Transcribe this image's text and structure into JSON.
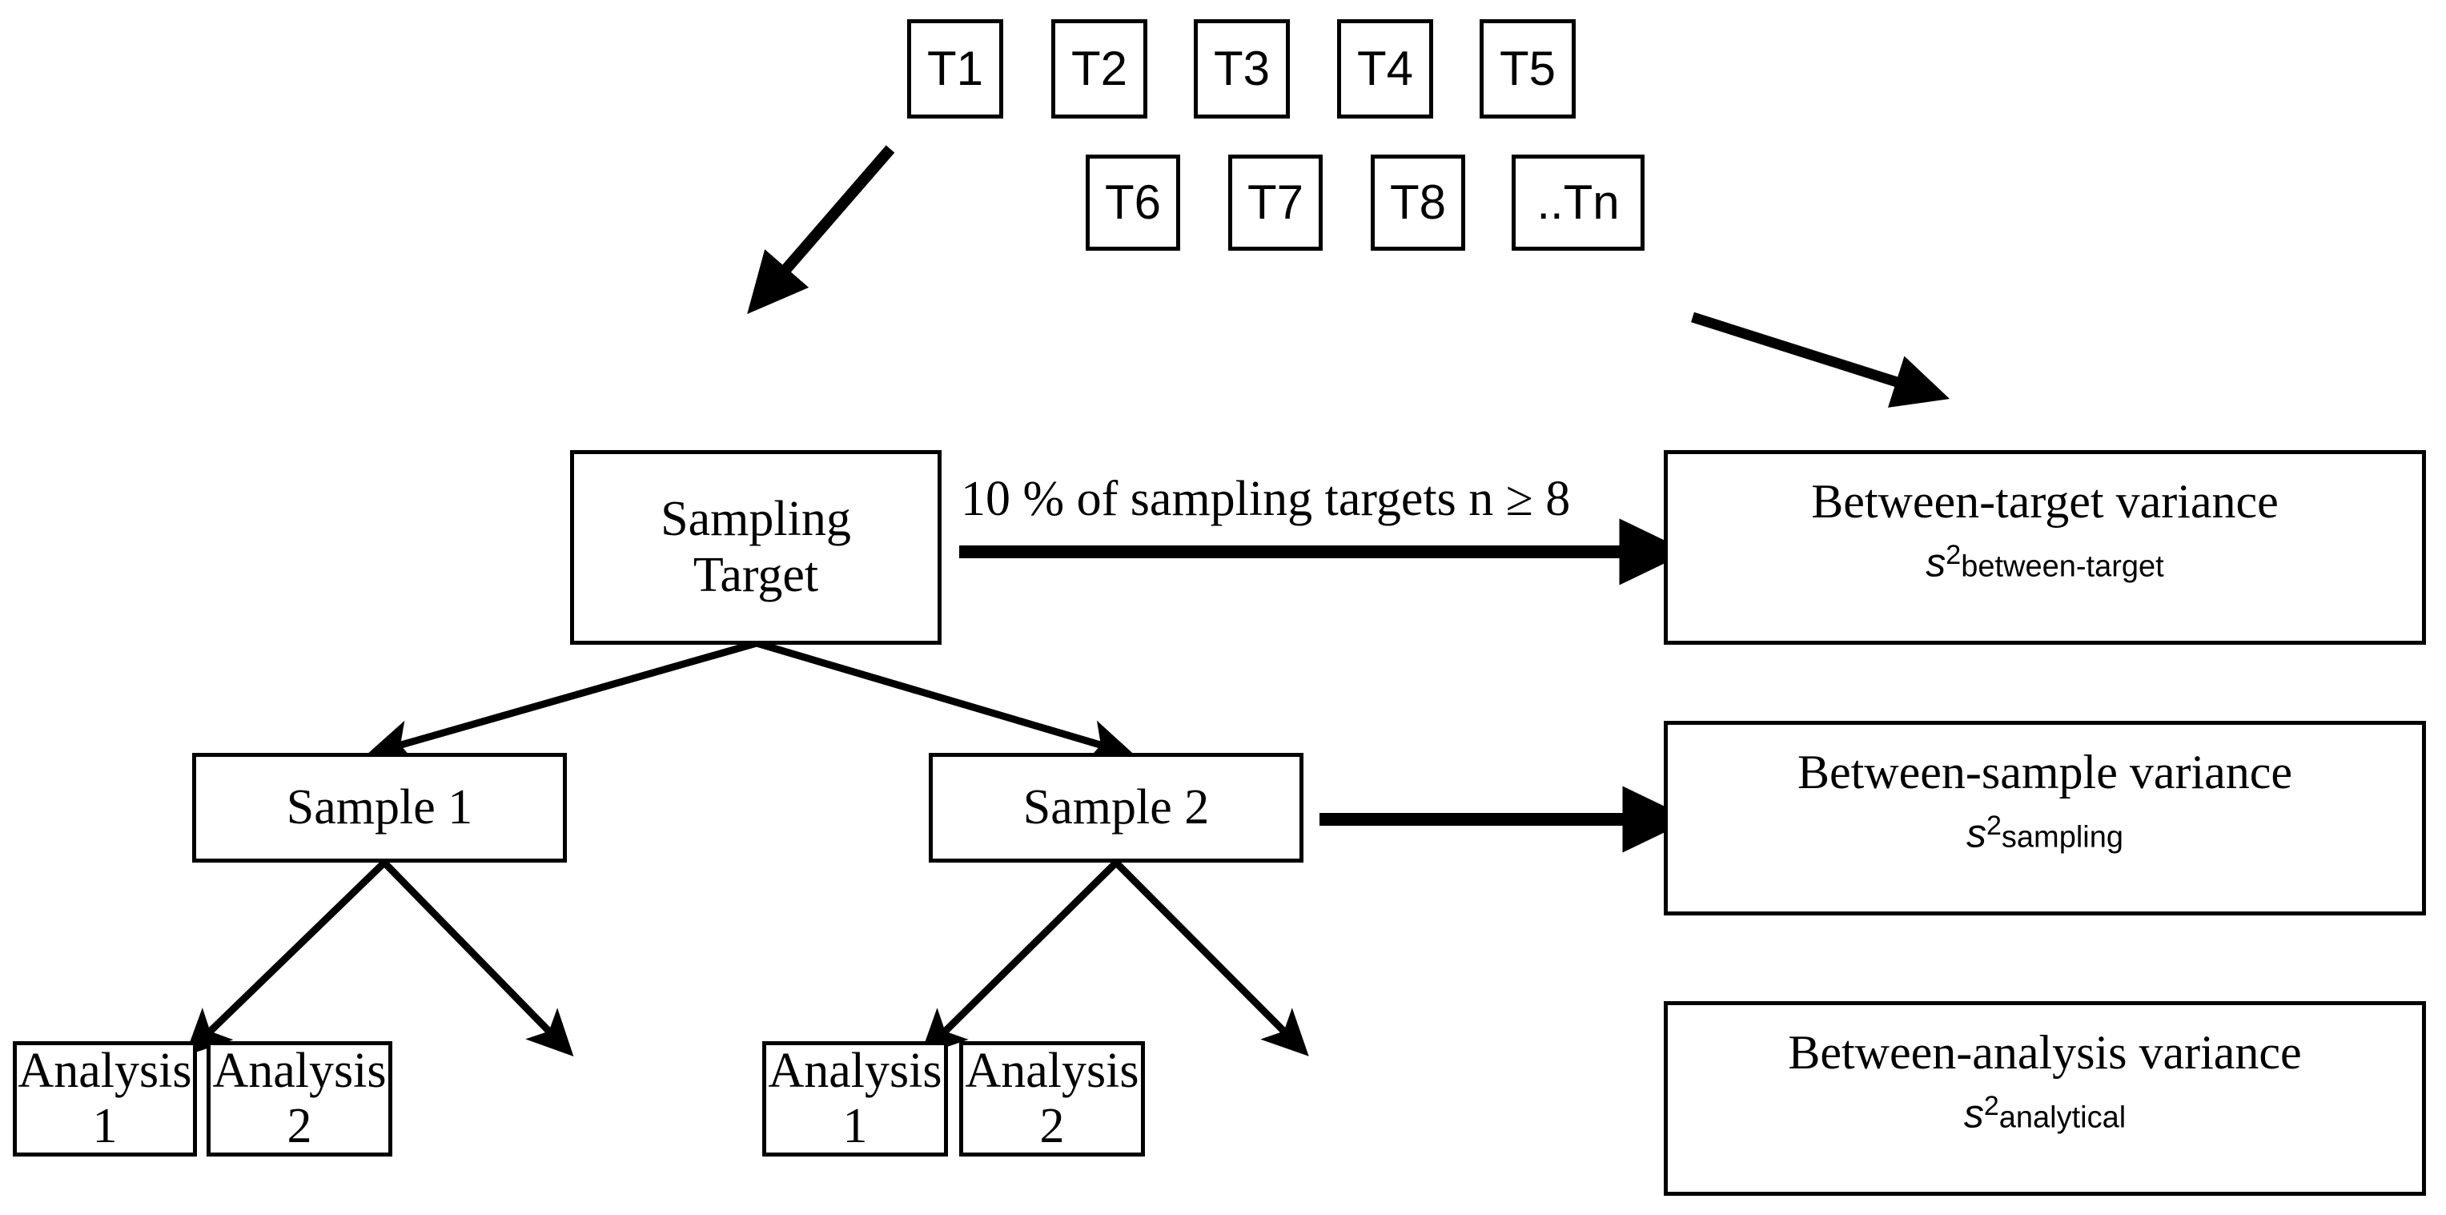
{
  "diagram": {
    "title": "Hierarchical sampling and variance components diagram",
    "background_color": "#ffffff",
    "stroke_color": "#000000"
  },
  "targets": {
    "row1": [
      {
        "label": "T1"
      },
      {
        "label": "T2"
      },
      {
        "label": "T3"
      },
      {
        "label": "T4"
      },
      {
        "label": "T5"
      }
    ],
    "row2": [
      {
        "label": "T6"
      },
      {
        "label": "T7"
      },
      {
        "label": "T8"
      },
      {
        "label": "..Tn"
      }
    ]
  },
  "tree": {
    "root": {
      "line1": "Sampling",
      "line2": "Target"
    },
    "samples": [
      {
        "label": "Sample 1"
      },
      {
        "label": "Sample 2"
      }
    ],
    "analyses": [
      {
        "label": "Analysis 1"
      },
      {
        "label": "Analysis 2"
      },
      {
        "label": "Analysis 1"
      },
      {
        "label": "Analysis 2"
      }
    ]
  },
  "edges": {
    "target_to_variance_label": "10 % of sampling targets n ≥ 8"
  },
  "variance_boxes": [
    {
      "title": "Between-target variance",
      "symbol": "s",
      "exponent": "2",
      "subscript": "between-target"
    },
    {
      "title": "Between-sample variance",
      "symbol": "s",
      "exponent": "2",
      "subscript": "sampling"
    },
    {
      "title": "Between-analysis variance",
      "symbol": "s",
      "exponent": "2",
      "subscript": "analytical"
    }
  ]
}
